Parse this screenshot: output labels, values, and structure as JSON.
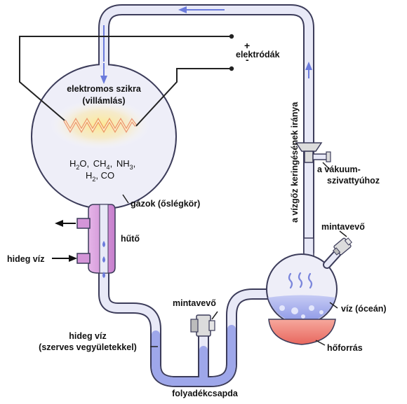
{
  "labels": {
    "spark": "elektromos szikra",
    "lightning": "(villámlás)",
    "electrodes": "elektródák",
    "plus": "+",
    "minus": "-",
    "gases": "gázok (őslégkör)",
    "cooler": "hűtő",
    "cold_water_in": "hideg víz",
    "cold_water_organic_1": "hideg víz",
    "cold_water_organic_2": "(szerves vegyületekkel)",
    "sampler_left": "mintavevő",
    "trap": "folyadékcsapda",
    "sampler_right": "mintavevő",
    "water_ocean": "víz (óceán)",
    "heat_source": "hőforrás",
    "vacuum_1": "a vákuum-",
    "vacuum_2": "szivattyúhoz",
    "vapor_direction": "a vízgőz keringésének iránya"
  },
  "formula": {
    "h2o_h": "H",
    "h2o_sub": "2",
    "h2o_o": "O,",
    "ch4_c": "CH",
    "ch4_sub": "4",
    "comma1": ",",
    "nh3_n": "NH",
    "nh3_sub": "3",
    "comma2": ",",
    "h2_h": "H",
    "h2_sub": "2",
    "co": ", CO"
  },
  "colors": {
    "tube_fill": "#e8e9f7",
    "tube_outline": "#3c3c5a",
    "flow_arrow": "#6b7bdc",
    "condenser": "#d495d8",
    "water": "#8f9ae8",
    "heater": "#f08a80",
    "spark_glow": "#fbe38c",
    "spark_line": "#e4572e"
  }
}
